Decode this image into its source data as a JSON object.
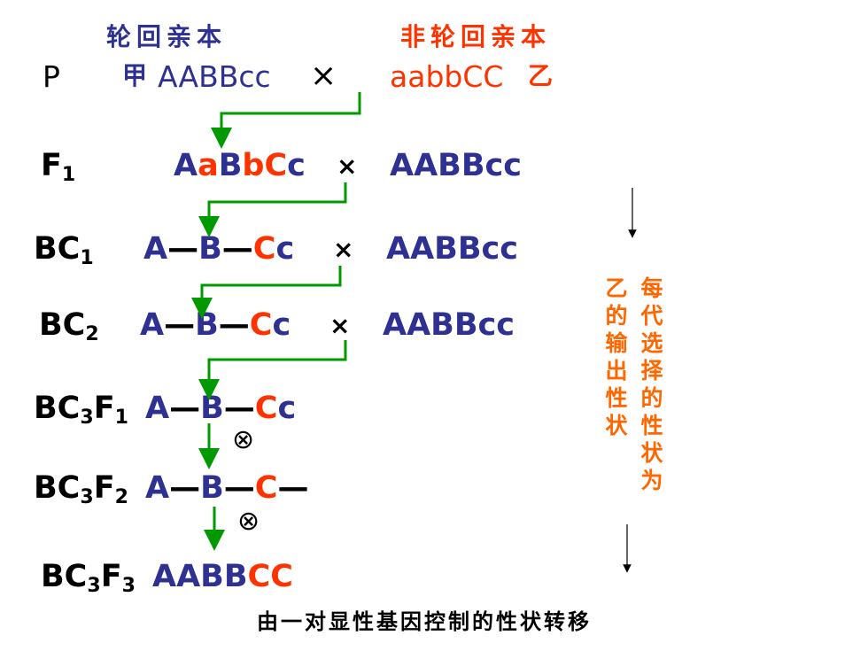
{
  "header": {
    "recurrent_parent": "轮回亲本",
    "nonrecurrent_parent": "非轮回亲本"
  },
  "rows": {
    "p": {
      "label": "P",
      "left_tag": "甲",
      "left_genotype": "AABBcc",
      "cross": "×",
      "right_genotype": "aabbCC",
      "right_tag": "乙"
    },
    "f1": {
      "label_main": "F",
      "label_sub": "1",
      "g": [
        "A",
        "a",
        "B",
        "b",
        "C",
        "c"
      ],
      "cross": "×",
      "backcross_parent": "AABBcc"
    },
    "bc1": {
      "label_main": "BC",
      "label_sub": "1",
      "g": [
        "A",
        "—",
        "B",
        "—",
        "C",
        "c"
      ],
      "cross": "×",
      "backcross_parent": "AABBcc"
    },
    "bc2": {
      "label_main": "BC",
      "label_sub": "2",
      "g": [
        "A",
        "—",
        "B",
        "—",
        "C",
        "c"
      ],
      "cross": "×",
      "backcross_parent": "AABBcc"
    },
    "bc3f1": {
      "label_a": "BC",
      "label_sub1": "3",
      "label_b": "F",
      "label_sub2": "1",
      "g": [
        "A",
        "—",
        "B",
        "—",
        "C",
        "c"
      ],
      "selfing": "⊗"
    },
    "bc3f2": {
      "label_a": "BC",
      "label_sub1": "3",
      "label_b": "F",
      "label_sub2": "2",
      "g": [
        "A",
        "—",
        "B",
        "—",
        "C",
        "—"
      ],
      "selfing": "⊗"
    },
    "bc3f3": {
      "label_a": "BC",
      "label_sub1": "3",
      "label_b": "F",
      "label_sub2": "3",
      "g": [
        "AABB",
        "CC"
      ]
    }
  },
  "side_note": {
    "col_right": "每代选择的性状为",
    "col_left": "乙的输出性状"
  },
  "caption": "由一对显性基因控制的性状转移",
  "colors": {
    "recurrent_blue": "#2e3192",
    "donor_red": "#ff3300",
    "note_orange": "#ff6600",
    "arrow_green": "#009900"
  }
}
